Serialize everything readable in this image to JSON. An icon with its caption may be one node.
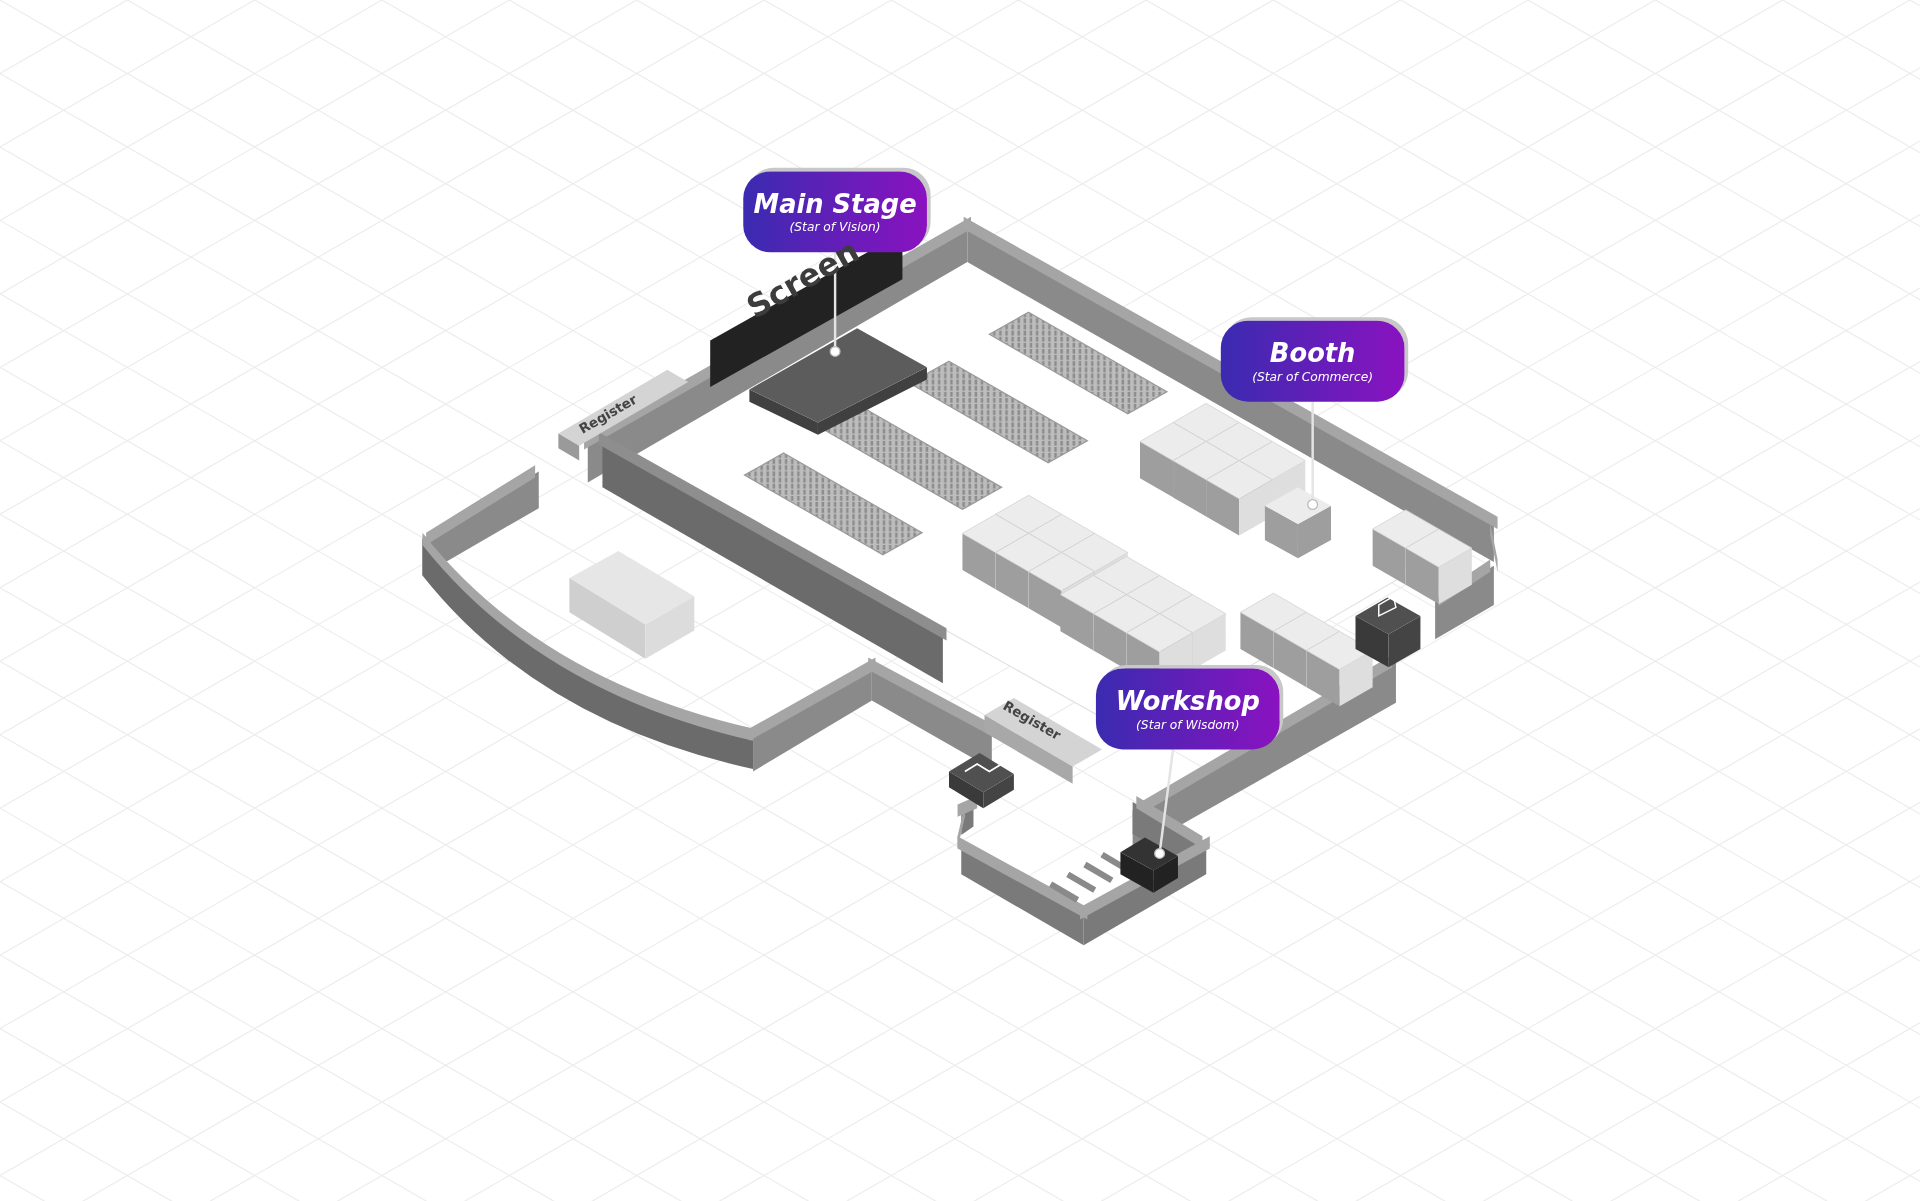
{
  "diagram": {
    "nodes": [
      {
        "text": [
          "Main Stage",
          "(Star of Vision)"
        ]
      },
      {
        "text": [
          "Booth",
          "(Star of Commerce)"
        ]
      },
      {
        "text": [
          "Workshop",
          "(Star of Wisdom)"
        ]
      },
      {
        "text": [],
        "shape": "box"
      },
      {
        "text": [],
        "shape": "box"
      },
      {
        "text": [],
        "shape": "box"
      }
    ],
    "edges": [
      {
        "from": 0,
        "to": 3,
        "arrow": "other"
      },
      {
        "from": 1,
        "to": 4,
        "arrow": "other"
      },
      {
        "from": 2,
        "to": 5,
        "arrow": "other"
      }
    ],
    "labels": [
      "Screen",
      "Register",
      "Register"
    ]
  }
}
